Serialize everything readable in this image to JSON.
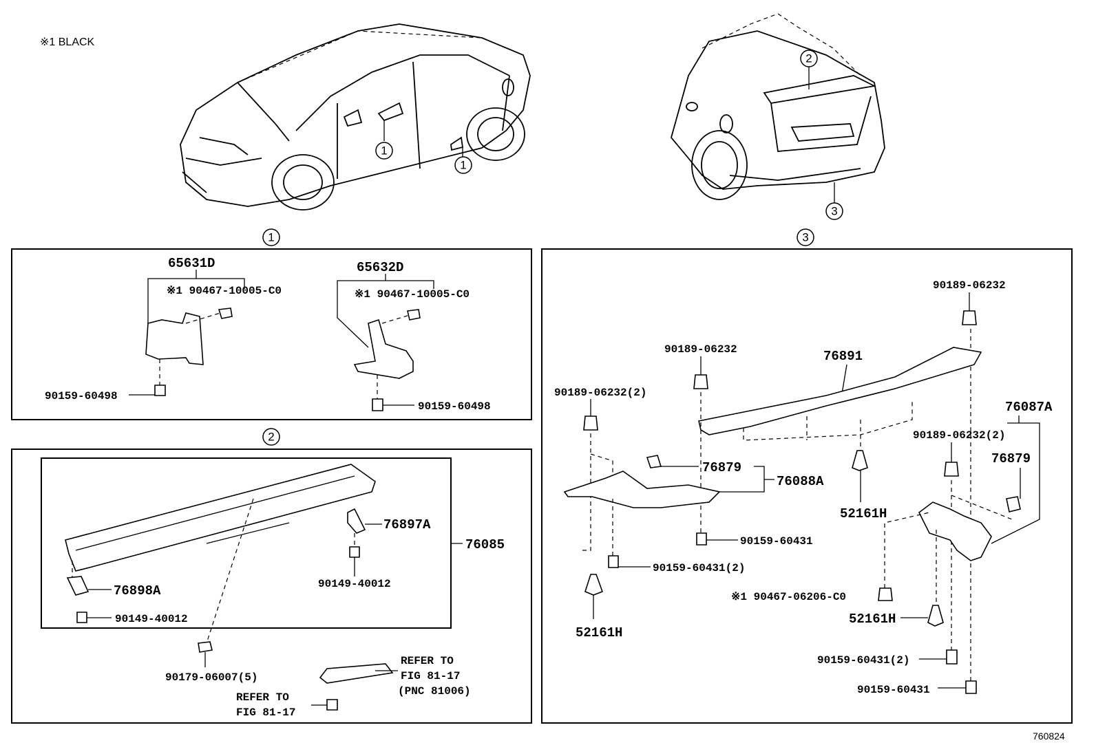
{
  "note": "※1 BLACK",
  "drawing_number": "760824",
  "callouts": {
    "c1": "1",
    "c2": "2",
    "c3": "3"
  },
  "section1": {
    "pnc_left": "65631D",
    "part_left_clip": "※1 90467-10005-C0",
    "part_left_bolt": "90159-60498",
    "pnc_right": "65632D",
    "part_right_clip": "※1 90467-10005-C0",
    "part_right_bolt": "90159-60498"
  },
  "section2": {
    "pnc_assy": "76085",
    "bracket_right": "76897A",
    "bracket_left": "76898A",
    "screw_right": "90149-40012",
    "screw_left": "90149-40012",
    "clip": "90179-06007(5)",
    "refer_right_l1": "REFER TO",
    "refer_right_l2": "FIG 81-17",
    "refer_right_l3": "(PNC 81006)",
    "refer_left_l1": "REFER TO",
    "refer_left_l2": "FIG 81-17"
  },
  "section3": {
    "nut_top_right": "90189-06232",
    "nut_center": "90189-06232",
    "nut_left": "90189-06232(2)",
    "nut_right": "90189-06232(2)",
    "pnc_center": "76891",
    "pnc_right_assy": "76087A",
    "part_76879_left": "76879",
    "part_76879_right": "76879",
    "pnc_left_assy": "76088A",
    "rivet_center": "52161H",
    "rivet_left": "52161H",
    "rivet_right": "52161H",
    "bolt_center": "90159-60431",
    "bolt_left": "90159-60431(2)",
    "bolt_right": "90159-60431(2)",
    "bolt_bottom": "90159-60431",
    "clip_black": "※1 90467-06206-C0"
  }
}
